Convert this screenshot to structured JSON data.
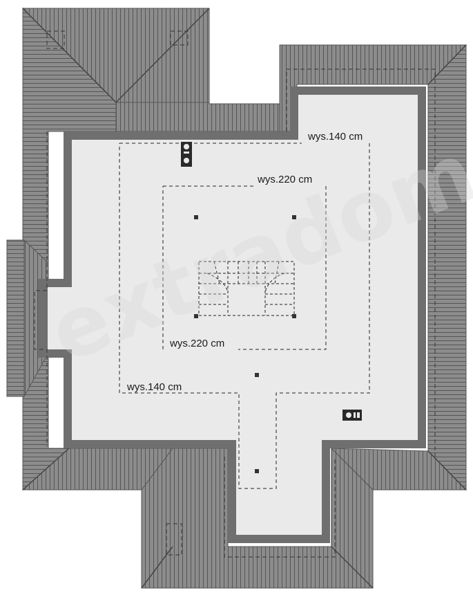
{
  "plan": {
    "height_labels": {
      "outer_top": "wys.140 cm",
      "inner_top": "wys.220 cm",
      "inner_bottom": "wys.220 cm",
      "outer_bottom": "wys.140 cm"
    },
    "watermark": "extradom",
    "colors": {
      "roof": "#8a8a8a",
      "roof_line": "#5a5a5a",
      "wall": "#6f6f6f",
      "floor": "#eaeaea",
      "dashed": "#333333"
    }
  }
}
